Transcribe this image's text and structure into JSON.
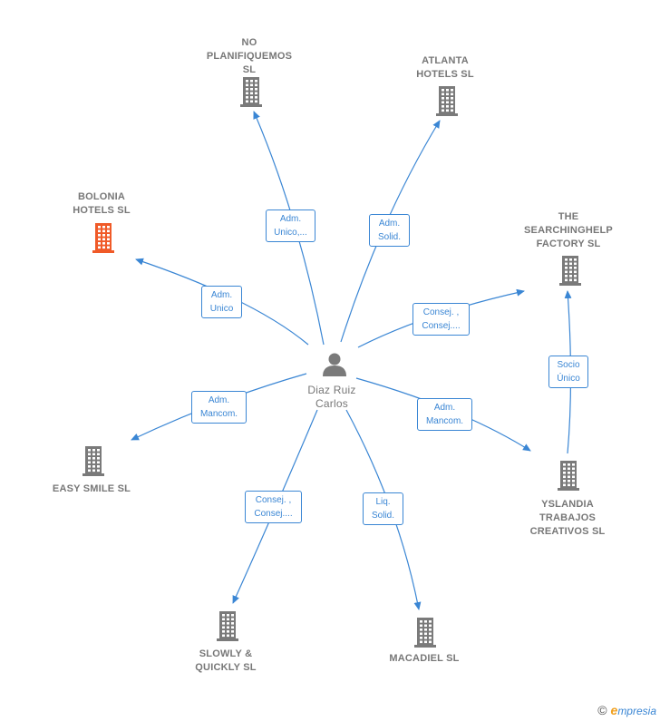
{
  "colors": {
    "edge": "#3a86d4",
    "building": "#7a7a7a",
    "highlight": "#f05a28",
    "person": "#7a7a7a"
  },
  "center": {
    "label": "Diaz Ruiz\nCarlos"
  },
  "nodes": [
    {
      "id": "no_plan",
      "label": "NO\nPLANIFIQUEMOS\nSL",
      "highlight": false
    },
    {
      "id": "atlanta",
      "label": "ATLANTA\nHOTELS  SL",
      "highlight": false
    },
    {
      "id": "bolonia",
      "label": "BOLONIA\nHOTELS  SL",
      "highlight": true
    },
    {
      "id": "search",
      "label": "THE\nSEARCHINGHELP\nFACTORY  SL",
      "highlight": false
    },
    {
      "id": "easy",
      "label": "EASY SMILE SL",
      "highlight": false
    },
    {
      "id": "yslandia",
      "label": "YSLANDIA\nTRABAJOS\nCREATIVOS  SL",
      "highlight": false
    },
    {
      "id": "slowly",
      "label": "SLOWLY &\nQUICKLY  SL",
      "highlight": false
    },
    {
      "id": "macadiel",
      "label": "MACADIEL SL",
      "highlight": false
    }
  ],
  "edges": [
    {
      "id": "e_no_plan",
      "label": "Adm.\nUnico,..."
    },
    {
      "id": "e_atlanta",
      "label": "Adm.\nSolid."
    },
    {
      "id": "e_bolonia",
      "label": "Adm.\nUnico"
    },
    {
      "id": "e_search",
      "label": "Consej. ,\nConsej...."
    },
    {
      "id": "e_easy",
      "label": "Adm.\nMancom."
    },
    {
      "id": "e_yslandia",
      "label": "Adm.\nMancom."
    },
    {
      "id": "e_slowly",
      "label": "Consej. ,\nConsej...."
    },
    {
      "id": "e_macadiel",
      "label": "Liq.\nSolid."
    },
    {
      "id": "e_ysl_search",
      "label": "Socio\nÚnico"
    }
  ],
  "footer": {
    "copyright": "©",
    "brand_initial": "e",
    "brand_rest": "mpresia"
  }
}
